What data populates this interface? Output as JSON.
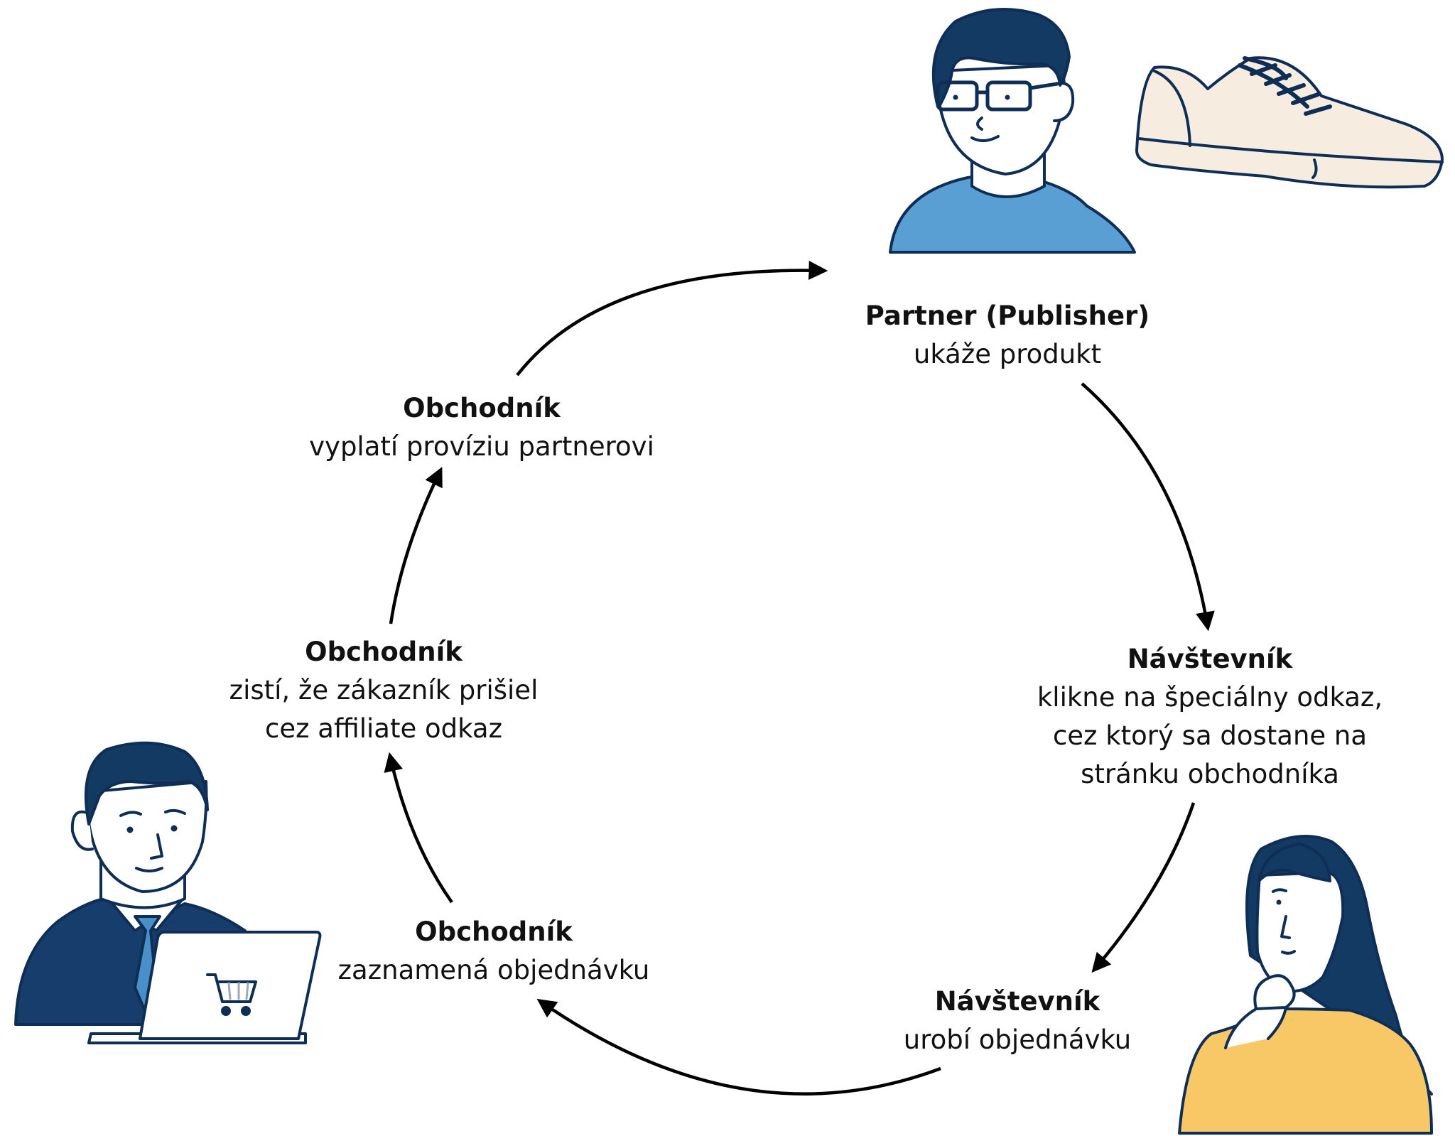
{
  "steps": [
    {
      "id": "partner",
      "title": "Partner (Publisher)",
      "lines": [
        "ukáže produkt"
      ]
    },
    {
      "id": "visitor-click",
      "title": "Návštevník",
      "lines": [
        "klikne na špeciálny odkaz,",
        "cez ktorý sa dostane na",
        "stránku obchodníka"
      ]
    },
    {
      "id": "visitor-order",
      "title": "Návštevník",
      "lines": [
        "urobí objednávku"
      ]
    },
    {
      "id": "merchant-record",
      "title": "Obchodník",
      "lines": [
        "zaznamená objednávku"
      ]
    },
    {
      "id": "merchant-detect",
      "title": "Obchodník",
      "lines": [
        "zistí, že zákazník prišiel",
        "cez affiliate odkaz"
      ]
    },
    {
      "id": "merchant-pay",
      "title": "Obchodník",
      "lines": [
        "vyplatí províziu partnerovi"
      ]
    }
  ],
  "illustrations": [
    "partner-person-icon",
    "sneaker-icon",
    "visitor-woman-icon",
    "merchant-laptop-icon",
    "shopping-cart-icon"
  ],
  "colors": {
    "outline": "#0f2e55",
    "partner_shirt": "#5a9fd4",
    "hair_navy": "#123a63",
    "sneaker_fill": "#f6ede0",
    "visitor_shirt": "#f8c766",
    "merchant_suit": "#163d6b",
    "merchant_tie": "#4a90c8",
    "skin": "#ffffff",
    "arrow": "#000000"
  }
}
